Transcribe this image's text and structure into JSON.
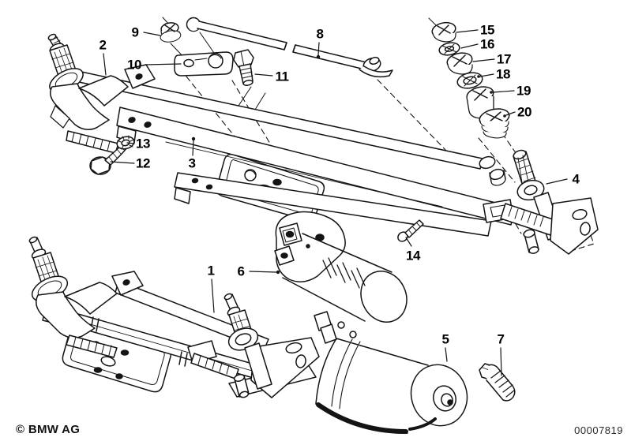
{
  "footer": {
    "copyright": "© BMW AG",
    "diagram_number": "00007819"
  },
  "colors": {
    "background": "#ffffff",
    "line": "#141414",
    "label": "#000000"
  },
  "diagram": {
    "description": "Exploded parts diagram of windscreen wiper system: wiper console with linkage rods, pivot shafts, wiper motor and fasteners",
    "callout_count": 20
  },
  "callouts": [
    {
      "label": "1"
    },
    {
      "label": "2"
    },
    {
      "label": "3"
    },
    {
      "label": "4"
    },
    {
      "label": "5"
    },
    {
      "label": "6"
    },
    {
      "label": "7"
    },
    {
      "label": "8"
    },
    {
      "label": "9"
    },
    {
      "label": "10"
    },
    {
      "label": "11"
    },
    {
      "label": "12"
    },
    {
      "label": "13"
    },
    {
      "label": "14"
    },
    {
      "label": "15"
    },
    {
      "label": "16"
    },
    {
      "label": "17"
    },
    {
      "label": "18"
    },
    {
      "label": "19"
    },
    {
      "label": "20"
    }
  ]
}
